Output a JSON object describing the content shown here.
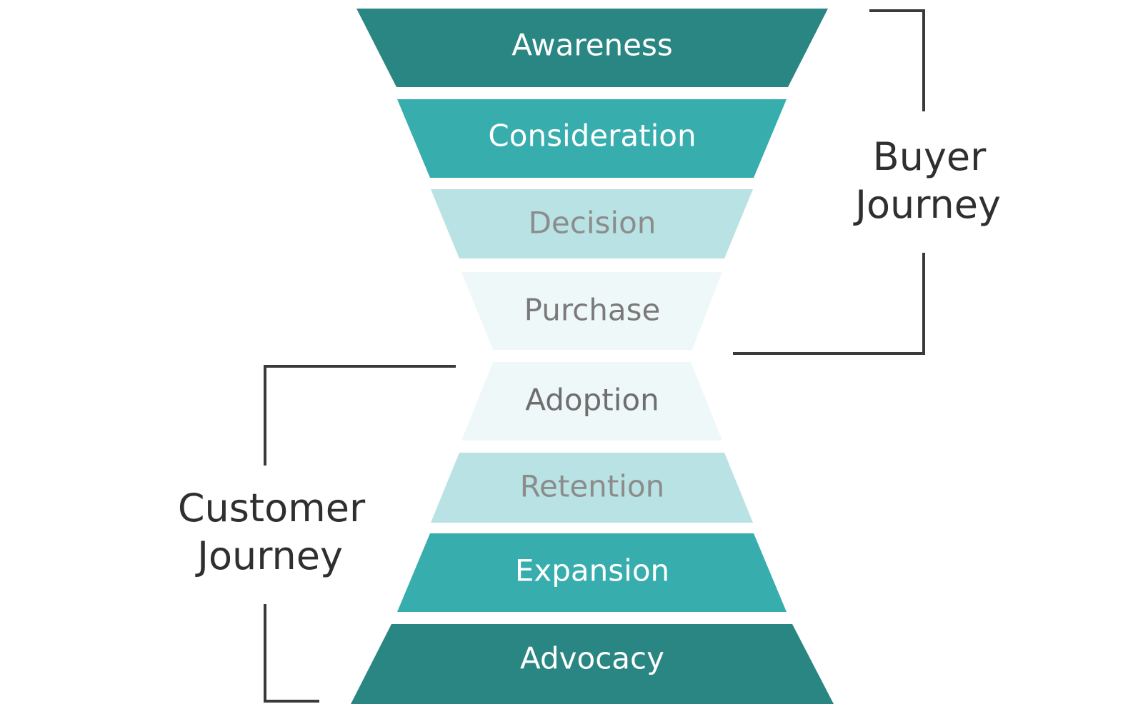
{
  "stages": [
    {
      "label": "Awareness",
      "fill": "#2a8682",
      "text_color": "#ffffff"
    },
    {
      "label": "Consideration",
      "fill": "#38adad",
      "text_color": "#ffffff"
    },
    {
      "label": "Decision",
      "fill": "#b8e2e3",
      "text_color": "#8c8c8c"
    },
    {
      "label": "Purchase",
      "fill": "#eff8f9",
      "text_color": "#7a7a7a"
    },
    {
      "label": "Adoption",
      "fill": "#eff8f9",
      "text_color": "#6e6e6e"
    },
    {
      "label": "Retention",
      "fill": "#b8e2e3",
      "text_color": "#8c8c8c"
    },
    {
      "label": "Expansion",
      "fill": "#38adad",
      "text_color": "#ffffff"
    },
    {
      "label": "Advocacy",
      "fill": "#2a8682",
      "text_color": "#ffffff"
    }
  ],
  "buyer_journey": {
    "line1": "Buyer",
    "line2": "Journey"
  },
  "customer_journey": {
    "line1": "Customer",
    "line2": "Journey"
  }
}
